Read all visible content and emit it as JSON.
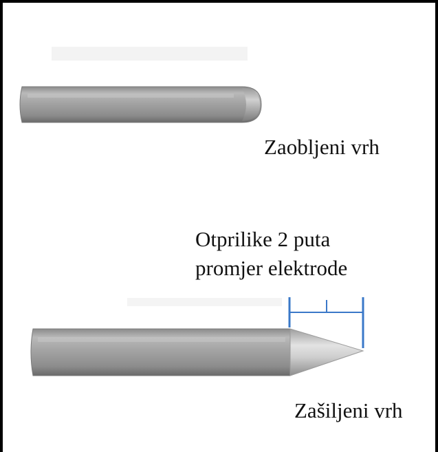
{
  "electrodes": [
    {
      "label": "Zaobljeni vrh"
    },
    {
      "label": "Zašiljeni vrh"
    }
  ],
  "annotation": {
    "line1": "Otprilike 2 puta",
    "line2": "promjer elektrode",
    "color": "#3a78c8"
  },
  "colors": {
    "rod_dark": "#6e6e6e",
    "rod_mid": "#a9a9a9",
    "rod_light": "#cfcfcf",
    "frame": "#000000"
  }
}
